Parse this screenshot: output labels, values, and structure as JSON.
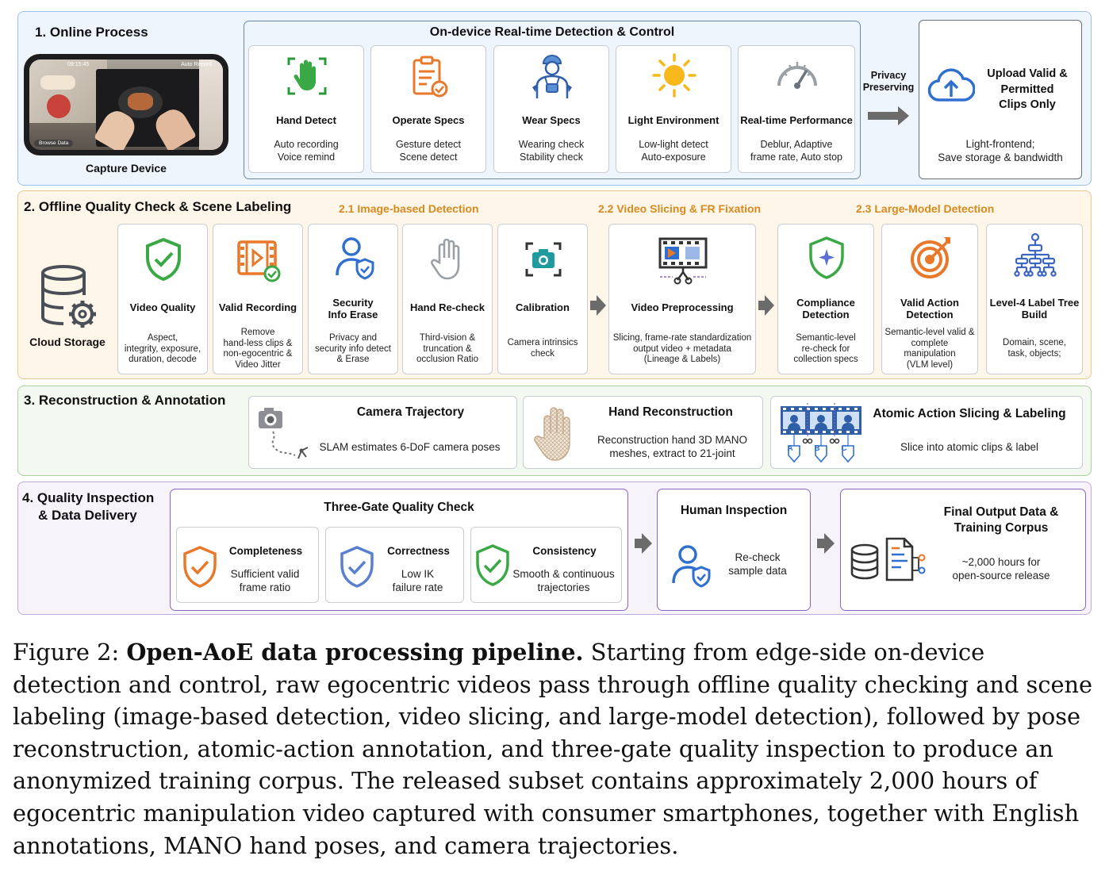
{
  "section1": {
    "title": "1. Online Process",
    "device_label": "Capture Device",
    "phone": {
      "time": "09:15:45",
      "status": "Auto Record",
      "button": "Browse Data"
    },
    "box_title": "On-device Real-time Detection & Control",
    "cards": [
      {
        "title": "Hand Detect",
        "desc1": "Auto recording",
        "desc2": "Voice remind"
      },
      {
        "title": "Operate Specs",
        "desc1": "Gesture detect",
        "desc2": "Scene detect"
      },
      {
        "title": "Wear Specs",
        "desc1": "Wearing check",
        "desc2": "Stability check"
      },
      {
        "title": "Light Environment",
        "desc1": "Low-light detect",
        "desc2": "Auto-exposure"
      },
      {
        "title": "Real-time Performance",
        "desc1": "Deblur, Adaptive",
        "desc2": "frame rate, Auto stop"
      }
    ],
    "privacy_line1": "Privacy",
    "privacy_line2": "Preserving",
    "upload_title1": "Upload Valid &",
    "upload_title2": "Permitted",
    "upload_title3": "Clips Only",
    "upload_desc1": "Light-frontend;",
    "upload_desc2": "Save storage & bandwidth"
  },
  "section2": {
    "title": "2. Offline Quality Check & Scene Labeling",
    "storage_label": "Cloud Storage",
    "sub1": "2.1 Image-based Detection",
    "sub2": "2.2 Video Slicing & FR Fixation",
    "sub3": "2.3 Large-Model Detection",
    "cards": [
      {
        "title1": "Video Quality",
        "title2": "",
        "d": [
          "Aspect,",
          "integrity, exposure,",
          "duration, decode"
        ]
      },
      {
        "title1": "Valid Recording",
        "title2": "",
        "d": [
          "Remove",
          "hand-less clips &",
          "non-egocentric &",
          "Video Jitter"
        ]
      },
      {
        "title1": "Security",
        "title2": "Info Erase",
        "d": [
          "Privacy and",
          "security info detect",
          "& Erase"
        ]
      },
      {
        "title1": "Hand Re-check",
        "title2": "",
        "d": [
          "Third-vision &",
          "truncation  &",
          "occlusion Ratio"
        ]
      },
      {
        "title1": "Calibration",
        "title2": "",
        "d": [
          "Camera intrinsics",
          "check"
        ]
      },
      {
        "title1": "Video Preprocessing",
        "title2": "",
        "d": [
          "Slicing, frame-rate standardization",
          "output video + metadata",
          "(Lineage & Labels)"
        ]
      },
      {
        "title1": "Compliance",
        "title2": "Detection",
        "d": [
          "Semantic-level",
          "re-check for",
          "collection specs"
        ]
      },
      {
        "title1": "Valid Action",
        "title2": "Detection",
        "d": [
          "Semantic-level valid &",
          "complete",
          "manipulation",
          "(VLM level)"
        ]
      },
      {
        "title1": "Level-4 Label Tree",
        "title2": "Build",
        "d": [
          "Domain, scene,",
          "task, objects;"
        ]
      }
    ]
  },
  "section3": {
    "title": "3. Reconstruction & Annotation",
    "cards": [
      {
        "title": "Camera Trajectory",
        "d1": "SLAM estimates 6-DoF camera poses",
        "d2": ""
      },
      {
        "title": "Hand Reconstruction",
        "d1": "Reconstruction hand 3D MANO",
        "d2": "meshes, extract to 21-joint"
      },
      {
        "title": "Atomic Action Slicing & Labeling",
        "d1": "Slice into atomic clips & label",
        "d2": ""
      }
    ],
    "clip_labels": [
      "A",
      "B",
      "C"
    ]
  },
  "section4": {
    "title1": "4. Quality Inspection",
    "title2": "& Data Delivery",
    "gate_title": "Three-Gate Quality Check",
    "gates": [
      {
        "title": "Completeness",
        "d1": "Sufficient valid",
        "d2": "frame ratio"
      },
      {
        "title": "Correctness",
        "d1": "Low IK",
        "d2": "failure rate"
      },
      {
        "title": "Consistency",
        "d1": "Smooth & continuous",
        "d2": "trajectories"
      }
    ],
    "human_title": "Human Inspection",
    "human_d1": "Re-check",
    "human_d2": "sample data",
    "final_title1": "Final Output Data &",
    "final_title2": "Training Corpus",
    "final_d1": "~2,000 hours for",
    "final_d2": "open-source release"
  },
  "caption": {
    "label": "Figure 2:",
    "bold": "Open-AoE data processing pipeline.",
    "text": "Starting from edge-side on-device detection and control, raw egocentric videos pass through offline quality checking and scene labeling (image-based detection, video slicing, and large-model detection), followed by pose reconstruction, atomic-action annotation, and three-gate quality inspection to produce an anonymized training corpus.  The released subset contains approximately 2,000 hours of egocentric manipulation video captured with consumer smartphones, together with English annotations, MANO hand poses, and camera trajectories."
  },
  "colors": {
    "blue": "#2f6fd0",
    "green": "#3aa845",
    "orange": "#e8782a",
    "purple": "#8a66c4",
    "gray": "#6b7280"
  }
}
